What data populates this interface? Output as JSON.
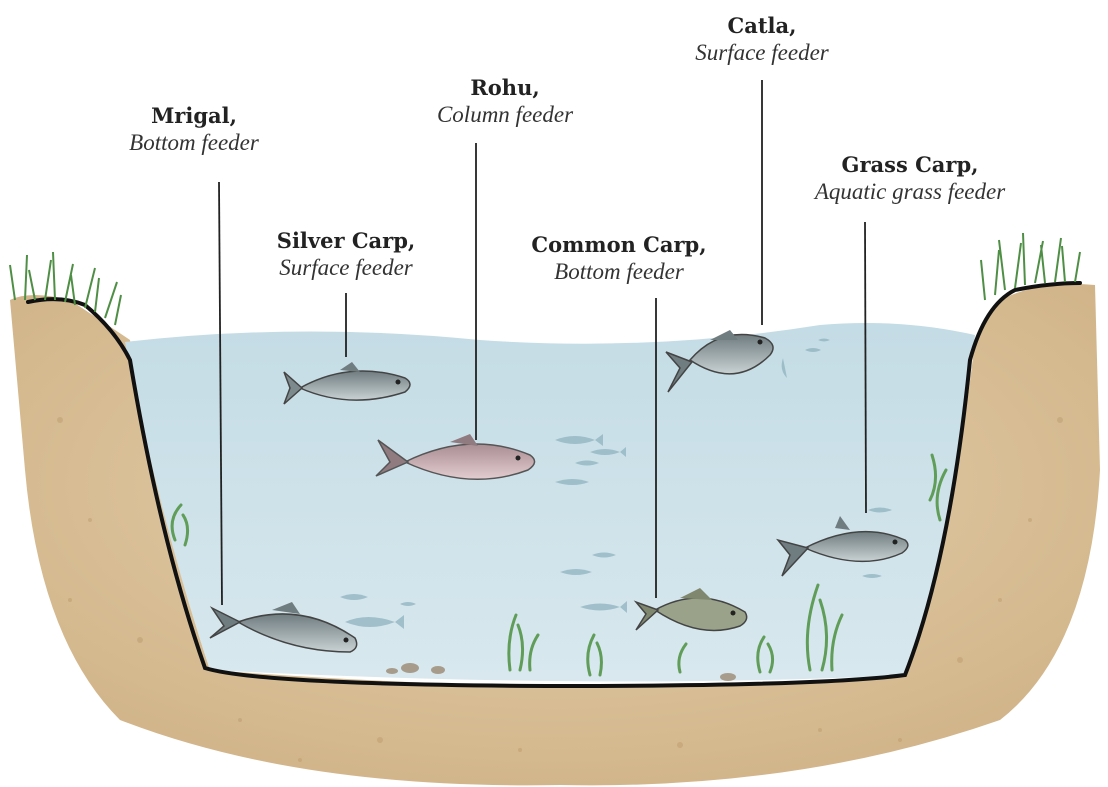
{
  "labels": {
    "mrigal": {
      "name": "Mrigal,",
      "role": "Bottom feeder"
    },
    "silver_carp": {
      "name": "Silver Carp,",
      "role": "Surface feeder"
    },
    "rohu": {
      "name": "Rohu,",
      "role": "Column feeder"
    },
    "common_carp": {
      "name": "Common Carp,",
      "role": "Bottom feeder"
    },
    "catla": {
      "name": "Catla,",
      "role": "Surface feeder"
    },
    "grass_carp": {
      "name": "Grass Carp,",
      "role": "Aquatic grass feeder"
    }
  },
  "colors": {
    "water": "#cfe3ea",
    "soil": "#e0c9a2",
    "soil_dark": "#c6a577",
    "grass": "#4f8f45",
    "outline": "#111111",
    "fish_silver": "#9aa6a8",
    "fish_rohu": "#c9aaae",
    "fish_shadow": "#8fb3bf"
  }
}
